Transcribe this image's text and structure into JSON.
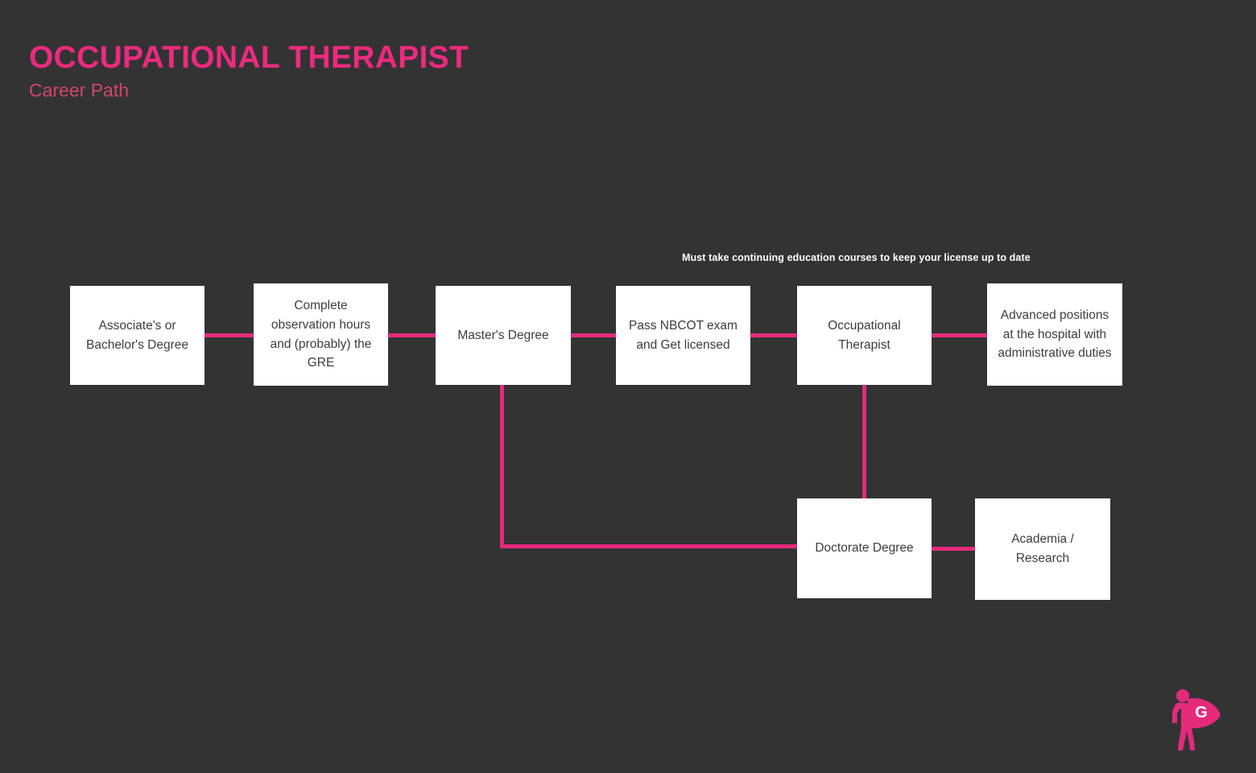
{
  "header": {
    "title": "OCCUPATIONAL THERAPIST",
    "subtitle": "Career Path"
  },
  "colors": {
    "background": "#333333",
    "accent_pink": "#e52a7c",
    "title_pink": "#ec2a7f",
    "subtitle_pink": "#d14570",
    "node_fill": "#ffffff",
    "node_text": "#3d3d3d",
    "annotation_text": "#ffffff"
  },
  "annotation": {
    "text": "Must take continuing education courses to keep your license up to date"
  },
  "nodes": [
    {
      "id": "associate-bachelor",
      "label": "Associate's or Bachelor's Degree"
    },
    {
      "id": "observation-hours",
      "label": "Complete observation hours and (probably) the GRE"
    },
    {
      "id": "masters-degree",
      "label": "Master's Degree"
    },
    {
      "id": "nbcot-exam",
      "label": "Pass NBCOT exam and Get licensed"
    },
    {
      "id": "occupational-therapist",
      "label": "Occupational Therapist"
    },
    {
      "id": "advanced-positions",
      "label": "Advanced positions at the hospital with administrative duties"
    },
    {
      "id": "doctorate-degree",
      "label": "Doctorate Degree"
    },
    {
      "id": "academia-research",
      "label": "Academia / Research"
    }
  ],
  "logo": {
    "name": "superhero-g-logo",
    "letter": "G"
  }
}
